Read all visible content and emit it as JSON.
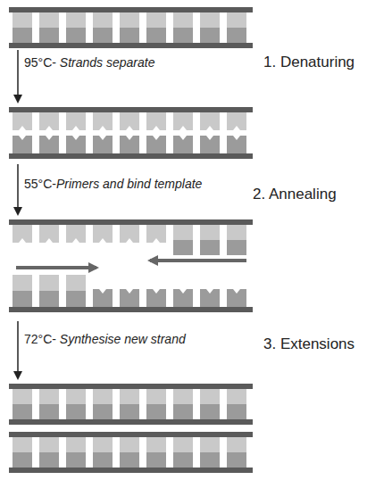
{
  "diagram": {
    "labels": [
      "95°C-",
      "Strands separate",
      "1. Denaturing",
      "55°C-",
      "Primers and bind template",
      "2. Annealing",
      "72°C-",
      "Synthesise new strand",
      "3. Extensions"
    ]
  }
}
